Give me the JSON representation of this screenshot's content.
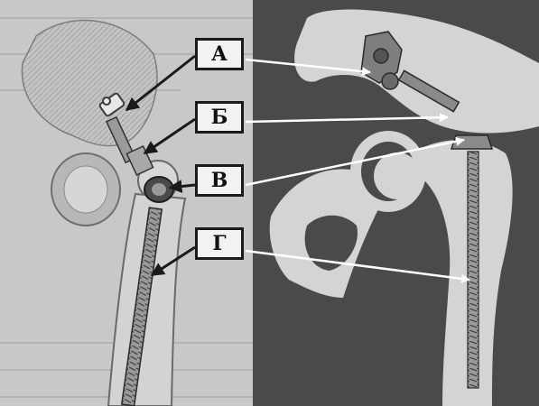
{
  "callouts": [
    {
      "id": "a",
      "letter": "А"
    },
    {
      "id": "b",
      "letter": "Б"
    },
    {
      "id": "v",
      "letter": "В"
    },
    {
      "id": "g",
      "letter": "Г"
    }
  ],
  "colors": {
    "photo_background": "#4a4a4a",
    "bone": "#d4d4d4",
    "drawing_background": "#c4c4c4",
    "arrow_dark": "#1a1a1a",
    "arrow_light": "#ffffff",
    "implant_metal": "#8a8a8a"
  }
}
